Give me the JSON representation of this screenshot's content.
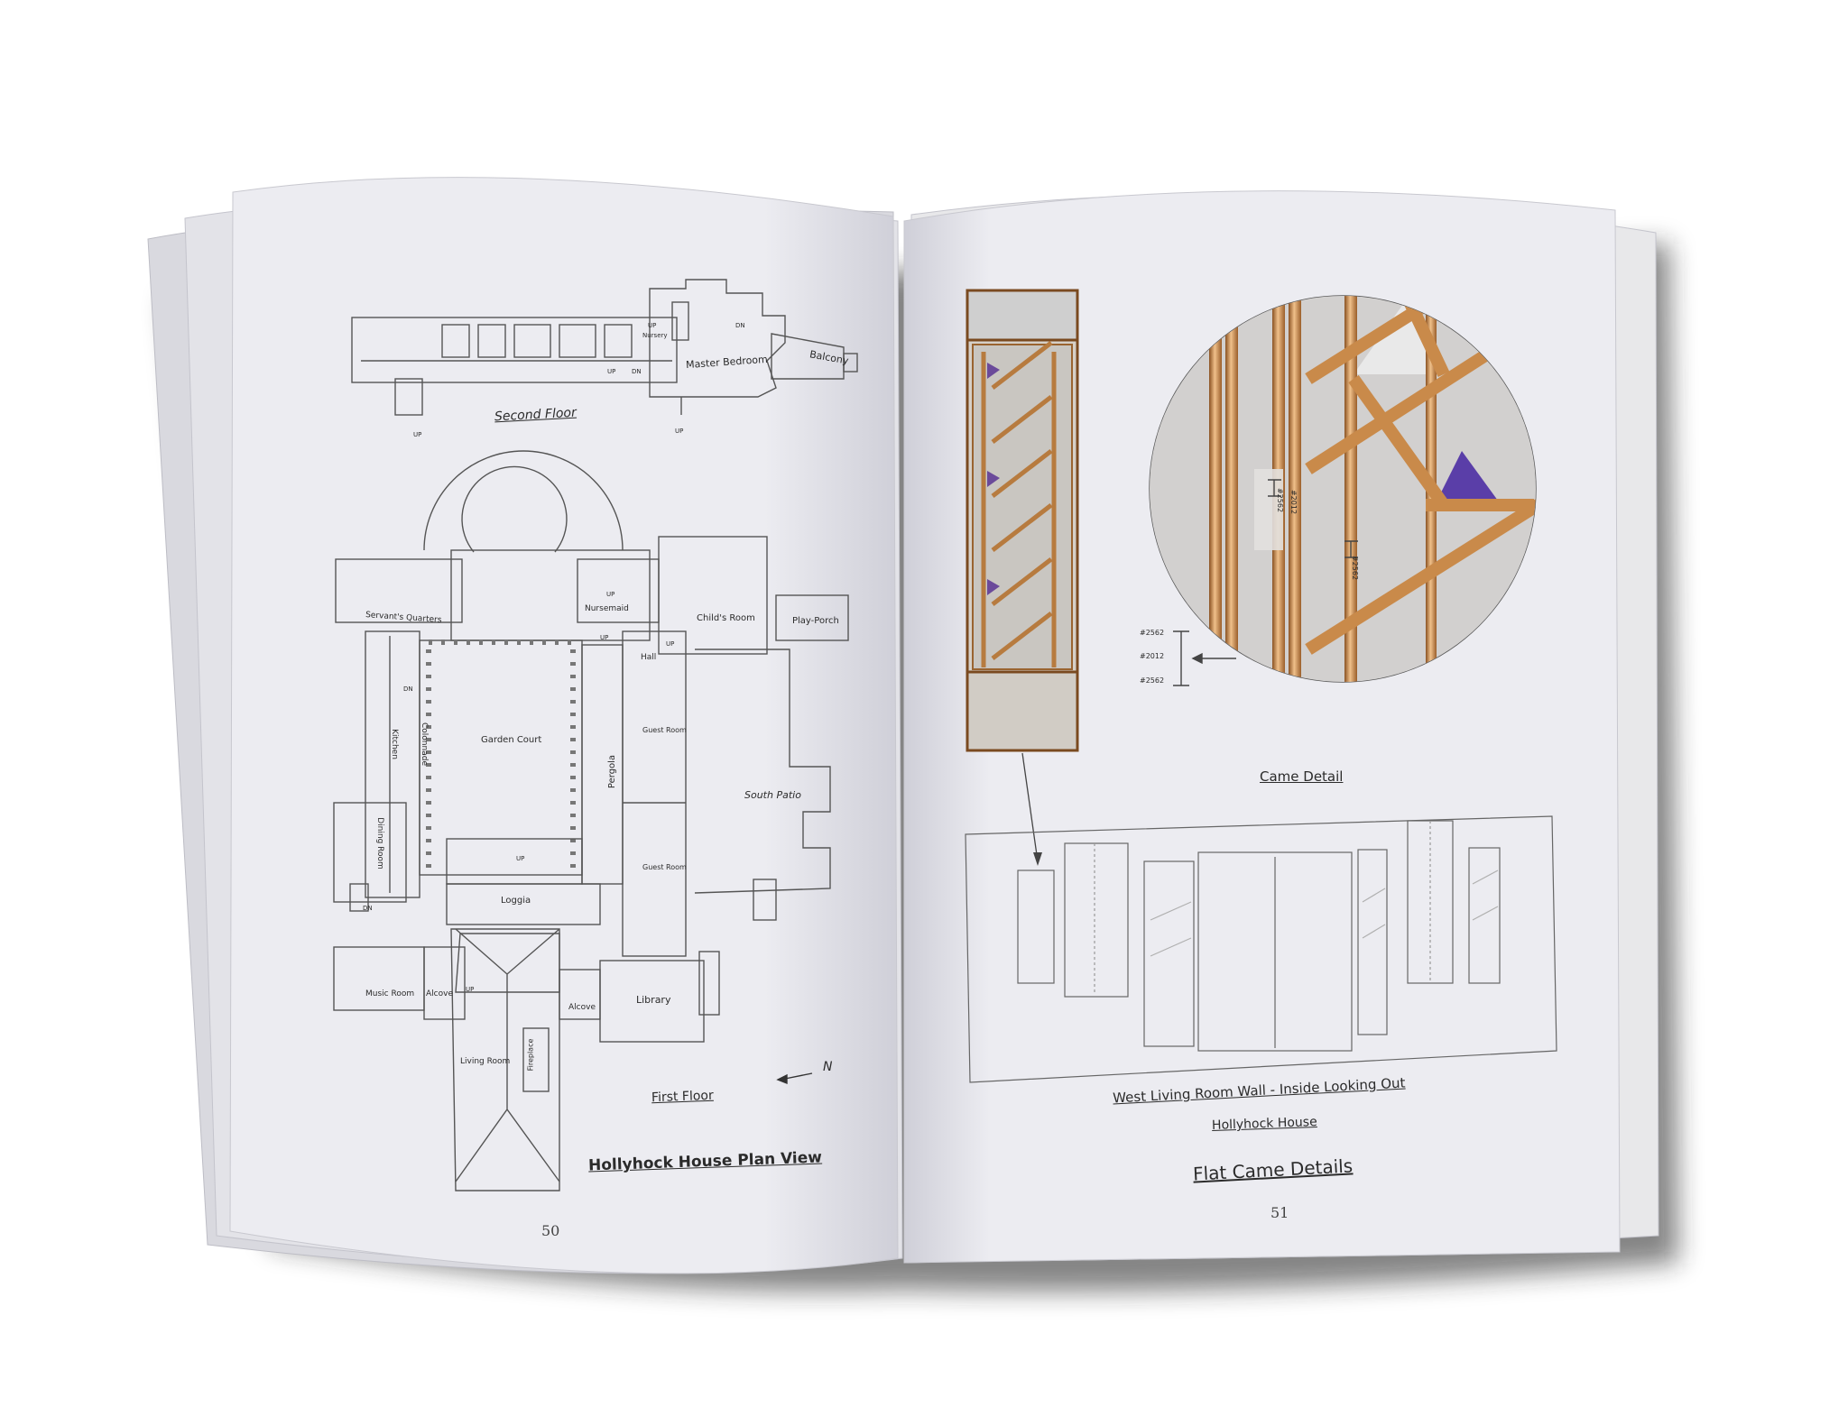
{
  "book": {
    "left_page": {
      "page_number": "50",
      "second_floor_rooms": {
        "master_bedroom": "Master Bedroom",
        "balcony": "Balcony",
        "second_floor_title": "Second Floor",
        "up_1": "UP",
        "up_2": "UP",
        "up_3": "UP",
        "up_4": "UP",
        "dn_1": "DN",
        "dn_2": "DN",
        "nursery_small": "Nursery"
      },
      "first_floor_rooms": {
        "servants_quarters": "Servant's Quarters",
        "nursemaid": "Nursemaid",
        "childs_room": "Child's Room",
        "play_porch": "Play-Porch",
        "hall": "Hall",
        "kitchen": "Kitchen",
        "colonnade": "Colonnade",
        "garden_court": "Garden Court",
        "pergola": "Pergola",
        "guest_room_1": "Guest Room",
        "guest_room_2": "Guest Room",
        "south_patio": "South Patio",
        "dining_room": "Dining Room",
        "loggia": "Loggia",
        "music_room": "Music Room",
        "alcove_1": "Alcove",
        "alcove_2": "Alcove",
        "library": "Library",
        "living_room": "Living Room",
        "fireplace": "Fireplace",
        "up_a": "UP",
        "up_b": "UP",
        "up_c": "UP",
        "up_d": "UP",
        "up_e": "UP",
        "dn_a": "DN",
        "dn_b": "DN",
        "north_marker": "N"
      },
      "first_floor_title": "First Floor",
      "plan_title": "Hollyhock House Plan View"
    },
    "right_page": {
      "page_number": "51",
      "came_codes": [
        "#2562",
        "#2012",
        "#2562"
      ],
      "detail_codes": [
        "#2562",
        "#2012",
        "#2562"
      ],
      "came_detail_title": "Came Detail",
      "wall_title": "West Living Room Wall - Inside Looking Out",
      "house_title": "Hollyhock House",
      "section_title": "Flat Came Details"
    }
  },
  "colors": {
    "page": "#ebebf0",
    "line": "#555555",
    "copper": "#c98a4a",
    "glass_blue": "#5a3ea8",
    "shadow": "#3a3a3a"
  }
}
